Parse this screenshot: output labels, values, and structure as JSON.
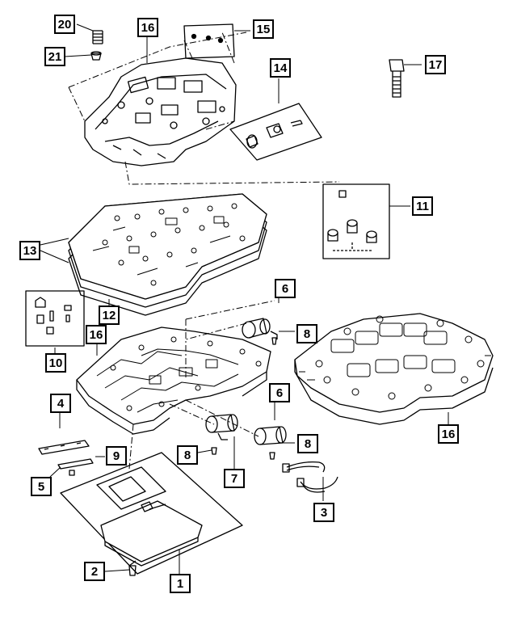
{
  "diagram": {
    "callouts": [
      {
        "id": "c20",
        "label": "20"
      },
      {
        "id": "c21",
        "label": "21"
      },
      {
        "id": "c16a",
        "label": "16"
      },
      {
        "id": "c15",
        "label": "15"
      },
      {
        "id": "c14",
        "label": "14"
      },
      {
        "id": "c17",
        "label": "17"
      },
      {
        "id": "c11",
        "label": "11"
      },
      {
        "id": "c13",
        "label": "13"
      },
      {
        "id": "c12",
        "label": "12"
      },
      {
        "id": "c6a",
        "label": "6"
      },
      {
        "id": "c10",
        "label": "10"
      },
      {
        "id": "c16b",
        "label": "16"
      },
      {
        "id": "c8a",
        "label": "8"
      },
      {
        "id": "c4",
        "label": "4"
      },
      {
        "id": "c5",
        "label": "5"
      },
      {
        "id": "c9",
        "label": "9"
      },
      {
        "id": "c8b",
        "label": "8"
      },
      {
        "id": "c7",
        "label": "7"
      },
      {
        "id": "c6b",
        "label": "6"
      },
      {
        "id": "c8c",
        "label": "8"
      },
      {
        "id": "c16c",
        "label": "16"
      },
      {
        "id": "c3",
        "label": "3"
      },
      {
        "id": "c2",
        "label": "2"
      },
      {
        "id": "c1",
        "label": "1"
      }
    ]
  }
}
